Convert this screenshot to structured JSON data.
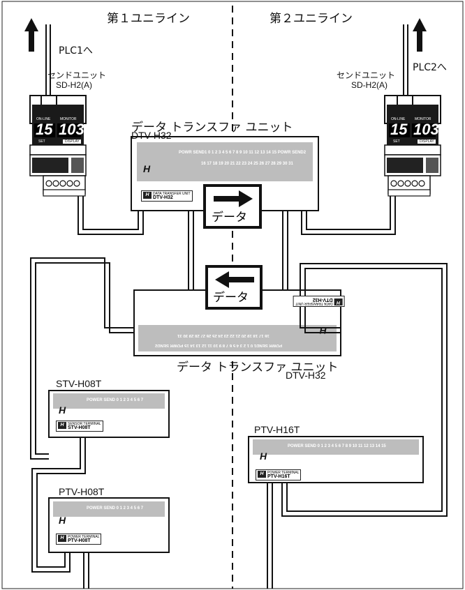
{
  "unit_lines": {
    "line1": "第１ユニライン",
    "line2": "第２ユニライン"
  },
  "plc": {
    "left": "PLC1へ",
    "right": "PLC2へ"
  },
  "send_unit": {
    "label": "センドユニット",
    "model": "SD-H2(A)",
    "display_left": "ON-LINE",
    "display_right": "MONITOR",
    "digits_a": "15",
    "digits_b": "103",
    "button": "DISPLAY",
    "set": "SET"
  },
  "dtv_top": {
    "title": "データ トランスファ ユニット",
    "model": "DTV-H32",
    "row1": "POWR SEND1  0  1  2  3  4  5  6  7     8  9  10 11 12 13 14 15  POWR SEND2",
    "row2": "16 17 18 19 20 21 22 23     24 25 26 27 28 29 30 31",
    "plate_title": "DATA TRANSFER UNIT",
    "plate_model": "DTV-H32"
  },
  "dtv_bottom": {
    "title": "データ トランスファ ユニット",
    "model": "DTV-H32",
    "row1": "POWR SEND1  0  1  2  3  4  5  6  7     8  9  10 11 12 13 14 15  POWR SEND2",
    "row2": "16 17 18 19 20 21 22 23     24 25 26 27 28 29 30 31",
    "plate_title": "DATA TRANSFER UNIT",
    "plate_model": "DTV-H32"
  },
  "data_arrow": {
    "label": "データ"
  },
  "stv": {
    "model": "STV-H08T",
    "row": "POWER SEND   0   1   2   3   4   5   6   7",
    "plate_title": "SENSOR TERMINAL",
    "plate_model": "STV-H08T"
  },
  "ptv8": {
    "model": "PTV-H08T",
    "row": "POWER SEND   0   1   2   3   4   5   6   7",
    "plate_title": "POWER TERMINAL",
    "plate_model": "PTV-H08T"
  },
  "ptv16": {
    "model": "PTV-H16T",
    "row": "POWER SEND   0   1   2   3   4   5   6   7   8   9   10   11   12   13   14   15",
    "plate_title": "POWER TERMINAL",
    "plate_model": "PTV-H16T"
  },
  "logo": "H"
}
